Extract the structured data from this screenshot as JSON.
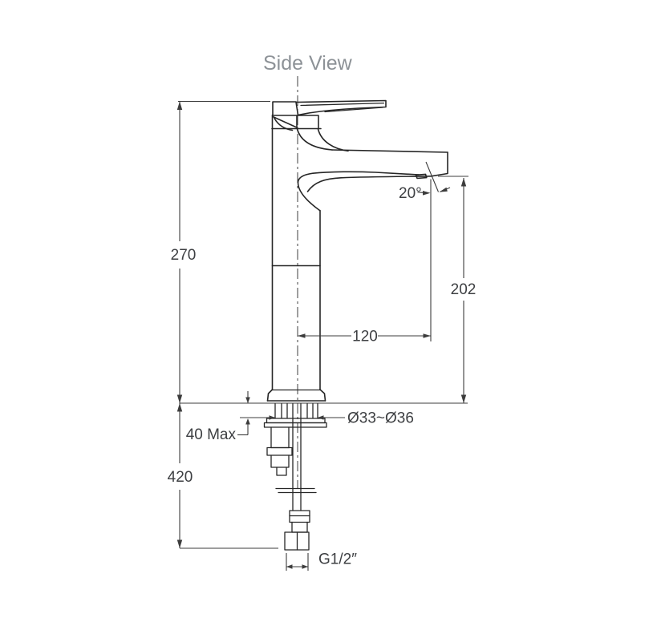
{
  "title": "Side View",
  "labels": {
    "overall_height": "270",
    "below_deck_height": "420",
    "spout_height": "202",
    "spout_reach": "120",
    "deck_thickness_max": "40 Max",
    "mounting_hole_diameter": "Ø33~Ø36",
    "inlet_thread": "G1/2″",
    "spout_angle": "20°"
  },
  "colors": {
    "outline": "#262626",
    "dimension": "#3c3c3c",
    "text": "#3d3f42",
    "title": "#8d9297",
    "background": "#ffffff"
  }
}
